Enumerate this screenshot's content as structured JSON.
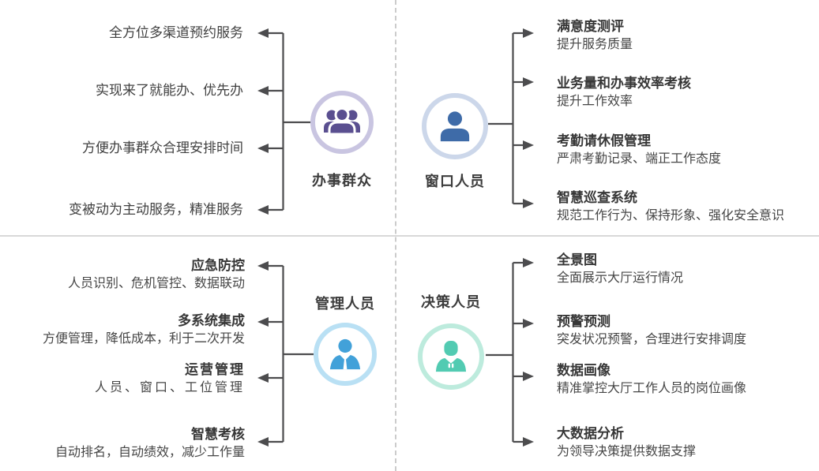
{
  "diagram": {
    "quadrants": {
      "service_public": {
        "label": "办事群众",
        "icon": "group-icon",
        "items": [
          "全方位多渠道预约服务",
          "实现来了就能办、优先办",
          "方便办事群众合理安排时间",
          "变被动为主动服务，精准服务"
        ]
      },
      "window_staff": {
        "label": "窗口人员",
        "icon": "person-icon",
        "items": [
          {
            "title": "满意度测评",
            "desc": "提升服务质量"
          },
          {
            "title": "业务量和办事效率考核",
            "desc": "提升工作效率"
          },
          {
            "title": "考勤请休假管理",
            "desc": "严肃考勤记录、端正工作态度"
          },
          {
            "title": "智慧巡查系统",
            "desc": "规范工作行为、保持形象、强化安全意识"
          }
        ]
      },
      "managers": {
        "label": "管理人员",
        "icon": "manager-icon",
        "items": [
          {
            "title": "应急防控",
            "desc": "人员识别、危机管控、数据联动"
          },
          {
            "title": "多系统集成",
            "desc": "方便管理，降低成本，利于二次开发"
          },
          {
            "title": "运营管理",
            "desc": "人员、窗口、工位管理"
          },
          {
            "title": "智慧考核",
            "desc": "自动排名，自动绩效，减少工作量"
          }
        ]
      },
      "decision_makers": {
        "label": "决策人员",
        "icon": "executive-icon",
        "items": [
          {
            "title": "全景图",
            "desc": "全面展示大厅运行情况"
          },
          {
            "title": "预警预测",
            "desc": "突发状况预警，合理进行安排调度"
          },
          {
            "title": "数据画像",
            "desc": "精准掌控大厅工作人员的岗位画像"
          },
          {
            "title": "大数据分析",
            "desc": "为领导决策提供数据支撑"
          }
        ]
      }
    },
    "colors": {
      "service_public_icon": "#5a4f90",
      "service_public_ring": "#c9c5e1",
      "window_staff_icon": "#3e6ba8",
      "window_staff_ring": "#ccd7ea",
      "managers_icon": "#42a1d9",
      "managers_ring": "#b9e0f4",
      "decision_makers_icon": "#52cbb2",
      "decision_makers_ring": "#bdebdd",
      "connector": "#4c4c4e",
      "divider": "#d8d8d8"
    }
  }
}
